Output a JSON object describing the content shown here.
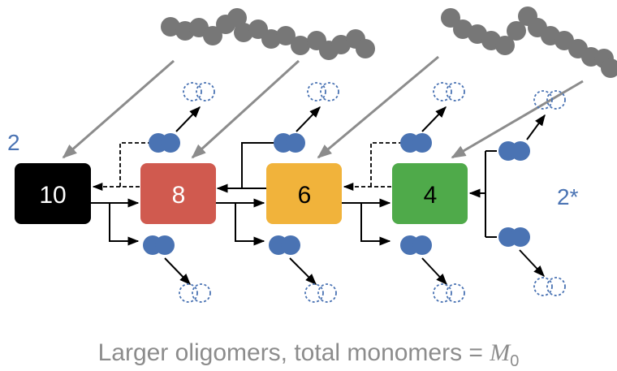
{
  "boxes": [
    {
      "id": "10",
      "label": "10",
      "color": "#000000",
      "text_color": "#ffffff"
    },
    {
      "id": "8",
      "label": "8",
      "color": "#d05a4f",
      "text_color": "#ffffff"
    },
    {
      "id": "6",
      "label": "6",
      "color": "#f1b33b",
      "text_color": "#000000"
    },
    {
      "id": "4",
      "label": "4",
      "color": "#4faa4a",
      "text_color": "#000000"
    }
  ],
  "side_labels": {
    "left": "2",
    "right": "2*"
  },
  "caption": {
    "prefix": "Larger oligomers, total monomers = ",
    "symbol": "M",
    "subscript": "0"
  },
  "colors": {
    "dimer": "#4a73b3",
    "aggregate": "#777777",
    "arrow": "#000000",
    "gray_arrow": "#8c8c8c"
  }
}
